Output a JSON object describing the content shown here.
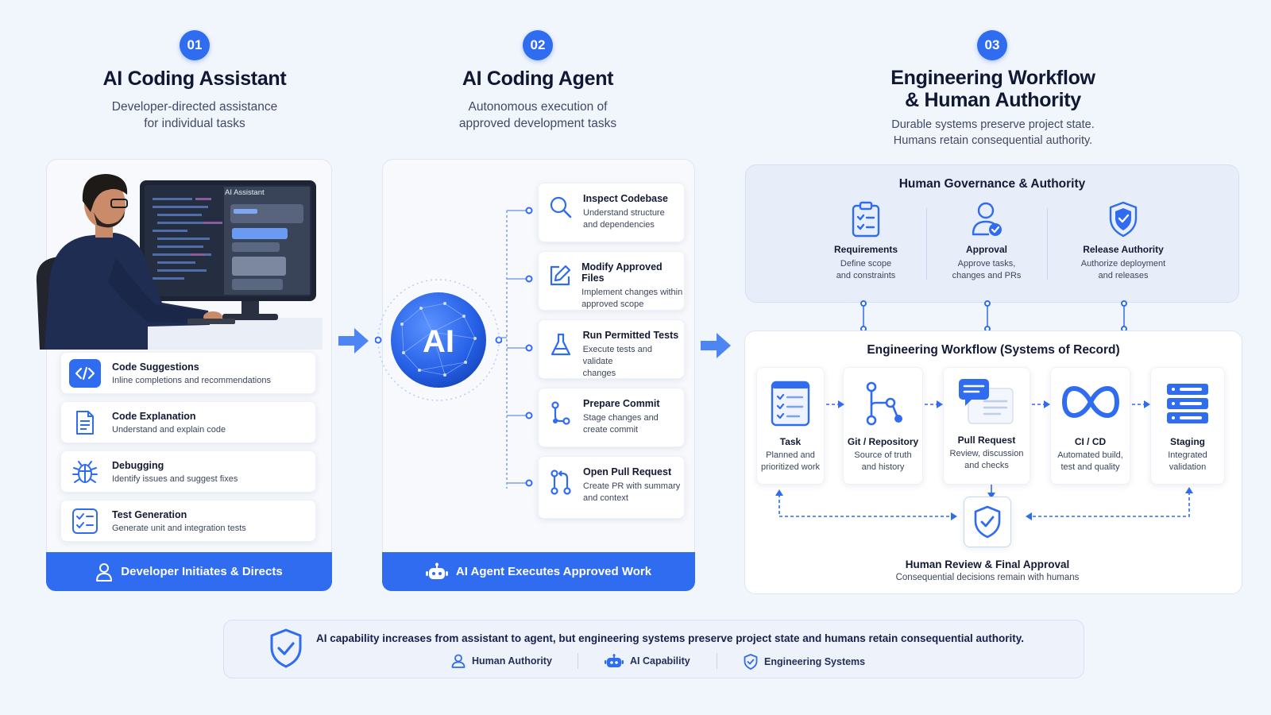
{
  "columns": [
    {
      "number": "01",
      "title": "AI Coding Assistant",
      "subtitle_lines": [
        "Developer-directed assistance",
        "for individual tasks"
      ]
    },
    {
      "number": "02",
      "title": "AI Coding Agent",
      "subtitle_lines": [
        "Autonomous execution of",
        "approved development tasks"
      ]
    },
    {
      "number": "03",
      "title_lines": [
        "Engineering Workflow",
        "& Human Authority"
      ],
      "subtitle_lines": [
        "Durable systems preserve project state.",
        "Humans retain consequential authority."
      ]
    }
  ],
  "assistant": {
    "monitor_title": "AI Assistant",
    "features": [
      {
        "icon": "code-icon",
        "title": "Code Suggestions",
        "desc": "Inline completions and recommendations"
      },
      {
        "icon": "document-icon",
        "title": "Code Explanation",
        "desc": "Understand and explain code"
      },
      {
        "icon": "bug-icon",
        "title": "Debugging",
        "desc": "Identify issues and suggest fixes"
      },
      {
        "icon": "checklist-icon",
        "title": "Test Generation",
        "desc": "Generate unit and integration tests"
      }
    ],
    "footer_label": "Developer Initiates & Directs"
  },
  "agent": {
    "core_label": "AI",
    "steps": [
      {
        "icon": "search-icon",
        "title": "Inspect Codebase",
        "desc_lines": [
          "Understand structure",
          "and dependencies"
        ]
      },
      {
        "icon": "edit-icon",
        "title": "Modify Approved Files",
        "desc_lines": [
          "Implement changes within",
          "approved scope"
        ]
      },
      {
        "icon": "flask-icon",
        "title": "Run Permitted Tests",
        "desc_lines": [
          "Execute tests and validate",
          "changes"
        ]
      },
      {
        "icon": "commit-icon",
        "title": "Prepare Commit",
        "desc_lines": [
          "Stage changes and",
          "create commit"
        ]
      },
      {
        "icon": "pull-request-icon",
        "title": "Open Pull Request",
        "desc_lines": [
          "Create PR with summary",
          "and context"
        ]
      }
    ],
    "footer_label": "AI Agent Executes Approved Work"
  },
  "governance": {
    "title": "Human Governance & Authority",
    "items": [
      {
        "icon": "clipboard-icon",
        "title": "Requirements",
        "desc_lines": [
          "Define scope",
          "and constraints"
        ]
      },
      {
        "icon": "user-check-icon",
        "title": "Approval",
        "desc_lines": [
          "Approve tasks,",
          "changes and PRs"
        ]
      },
      {
        "icon": "shield-icon",
        "title": "Release Authority",
        "desc_lines": [
          "Authorize deployment",
          "and releases"
        ]
      }
    ]
  },
  "workflow": {
    "title": "Engineering Workflow (Systems of Record)",
    "stages": [
      {
        "icon": "task-list-icon",
        "title": "Task",
        "desc_lines": [
          "Planned and",
          "prioritized work"
        ]
      },
      {
        "icon": "git-branch-icon",
        "title": "Git / Repository",
        "desc_lines": [
          "Source of truth",
          "and history"
        ]
      },
      {
        "icon": "chat-icon",
        "title": "Pull Request",
        "desc_lines": [
          "Review, discussion",
          "and checks"
        ]
      },
      {
        "icon": "infinity-icon",
        "title": "CI / CD",
        "desc_lines": [
          "Automated build,",
          "test and quality"
        ]
      },
      {
        "icon": "server-icon",
        "title": "Staging",
        "desc_lines": [
          "Integrated",
          "validation"
        ]
      }
    ],
    "review_title": "Human Review & Final Approval",
    "review_desc": "Consequential decisions remain with humans"
  },
  "summary": {
    "text": "AI capability increases from assistant to agent, but engineering systems preserve project state and humans retain consequential authority.",
    "legend": [
      {
        "icon": "person-icon",
        "label": "Human Authority"
      },
      {
        "icon": "robot-icon",
        "label": "AI Capability"
      },
      {
        "icon": "shield-icon",
        "label": "Engineering Systems"
      }
    ]
  },
  "colors": {
    "accent": "#2f6cf0",
    "text": "#141a33",
    "background": "#f1f5fc"
  }
}
